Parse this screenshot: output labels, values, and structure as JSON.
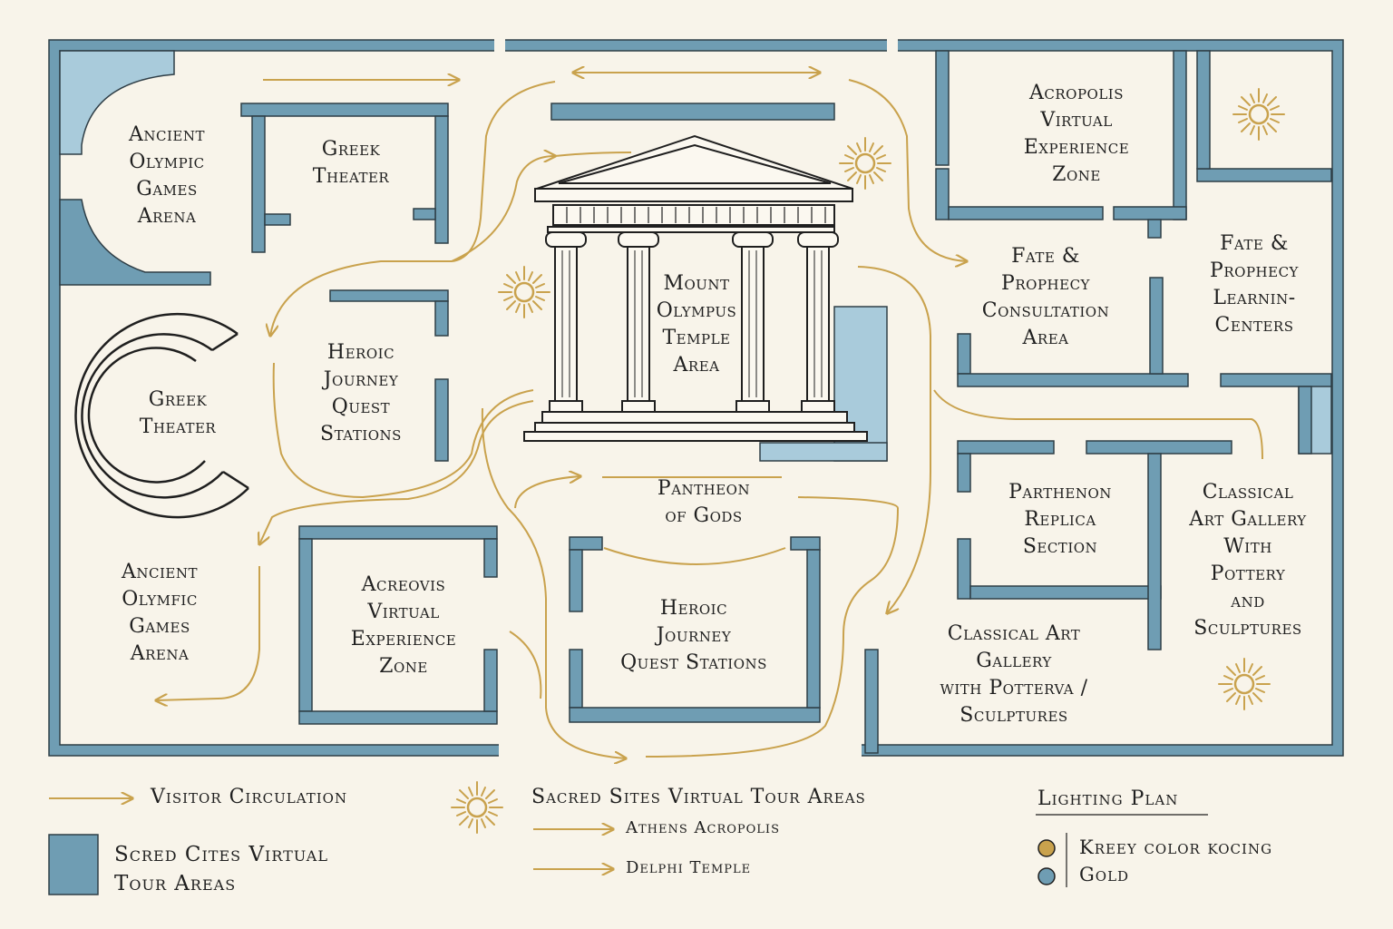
{
  "colors": {
    "background": "#f8f4ea",
    "wall": "#6f9db3",
    "wall_outline": "#2f3e46",
    "zone_fill": "#a9cbdb",
    "circulation": "#c9a24d",
    "ink": "#1f1f1f"
  },
  "zones": {
    "ancient_olympic_top": "Ancient\nOlympic\nGames\nArena",
    "greek_theater_top": "Greek\nTheater",
    "greek_theater_left": "Greek\nTheater",
    "heroic_journey_left": "Heroic\nJourney\nQuest\nStations",
    "mount_olympus": "Mount\nOlympus\nTemple\nArea",
    "acropolis_top": "Acropolis\nVirtual\nExperience\nZone",
    "fate_consultation": "Fate &\nProphecy\nConsultation\nArea",
    "fate_learning": "Fate &\nProphecy\nLearnin-\nCenters",
    "pantheon": "Pantheon\nof Gods",
    "ancient_olymfic_bottom": "Ancient\nOlymfic\nGames\nArena",
    "acreovis": "Acreovis\nVirtual\nExperience\nZone",
    "heroic_journey_bottom": "Heroic\nJourney\nQuest Stations",
    "parthenon": "Parthenon\nReplica\nSection",
    "classical_art_right": "Classical\nArt Gallery\nWith\nPottery\nand\nSculptures",
    "classical_art_bottom": "Classical Art\nGallery\nwith Potterva /\nSculptures"
  },
  "icons": {
    "sun": "sun-icon",
    "arrow": "arrow-icon",
    "temple": "temple-icon",
    "legend_dot": "dot-icon"
  },
  "legend": {
    "visitor_circulation": "Visitor Circulation",
    "scred_cites": "Scred Cites Virtual\nTour Areas",
    "sacred_sites_title": "Sacred Sites Virtual Tour Areas",
    "athens": "Athens Acropolis",
    "delphi": "Delphi Temple",
    "lighting_title": "Lighting Plan",
    "kreey": "Kreey color kocing",
    "gold": "Gold"
  }
}
